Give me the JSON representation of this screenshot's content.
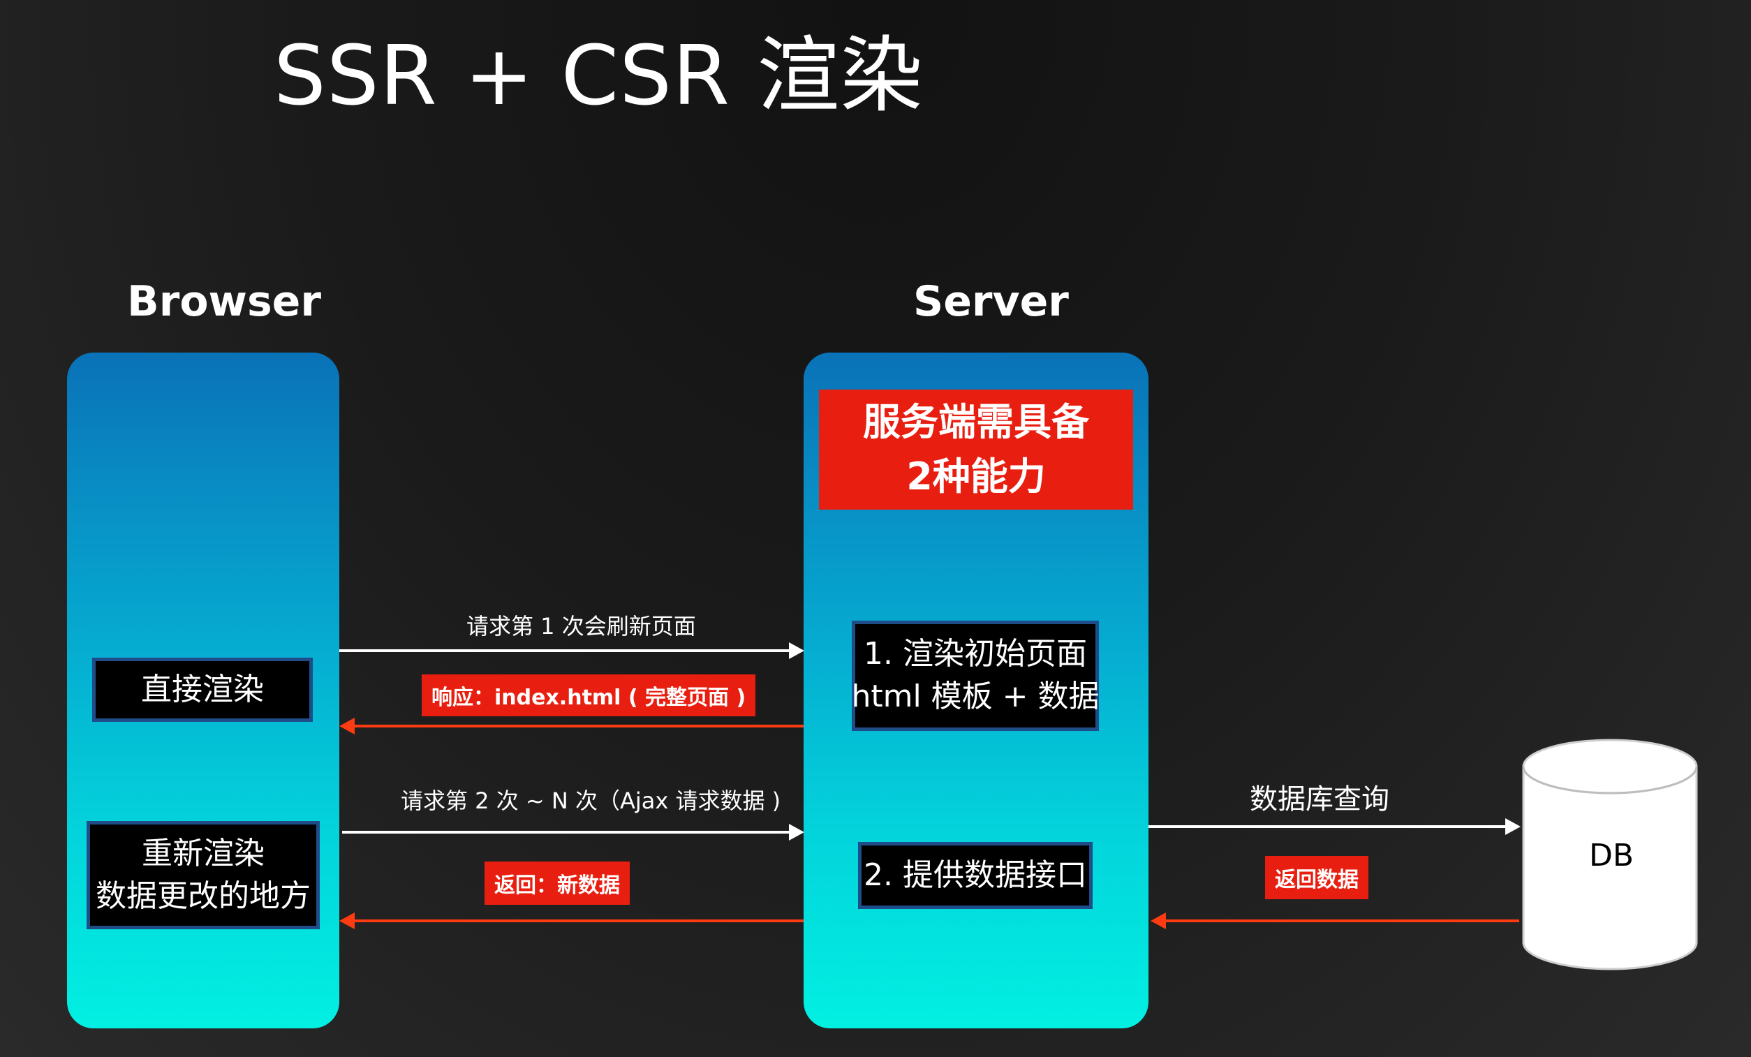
{
  "title": "SSR + CSR 渲染",
  "columns": {
    "browser_label": "Browser",
    "server_label": "Server"
  },
  "server_capability": {
    "line1": "服务端需具备",
    "line2": "2种能力"
  },
  "browser_boxes": {
    "direct_render": "直接渲染",
    "rerender_line1": "重新渲染",
    "rerender_line2": "数据更改的地方"
  },
  "server_boxes": {
    "render_line1": "1. 渲染初始页面",
    "render_line2": "html 模板 + 数据",
    "api": "2. 提供数据接口"
  },
  "flows": {
    "first_request": "请求第 1 次会刷新页面",
    "first_response": "响应：index.html ( 完整页面 )",
    "ajax_request": "请求第 2 次 ~ N 次（Ajax 请求数据 )",
    "ajax_response": "返回：新数据",
    "db_query": "数据库查询",
    "db_return": "返回数据"
  },
  "db": {
    "label": "DB"
  },
  "colors": {
    "request_arrow": "#ffffff",
    "response_arrow": "#ff3b12",
    "highlight_red": "#e81f10",
    "pillar_top": "#0a72b8",
    "pillar_bottom": "#02f0e2",
    "box_border": "#1e4d8a"
  }
}
